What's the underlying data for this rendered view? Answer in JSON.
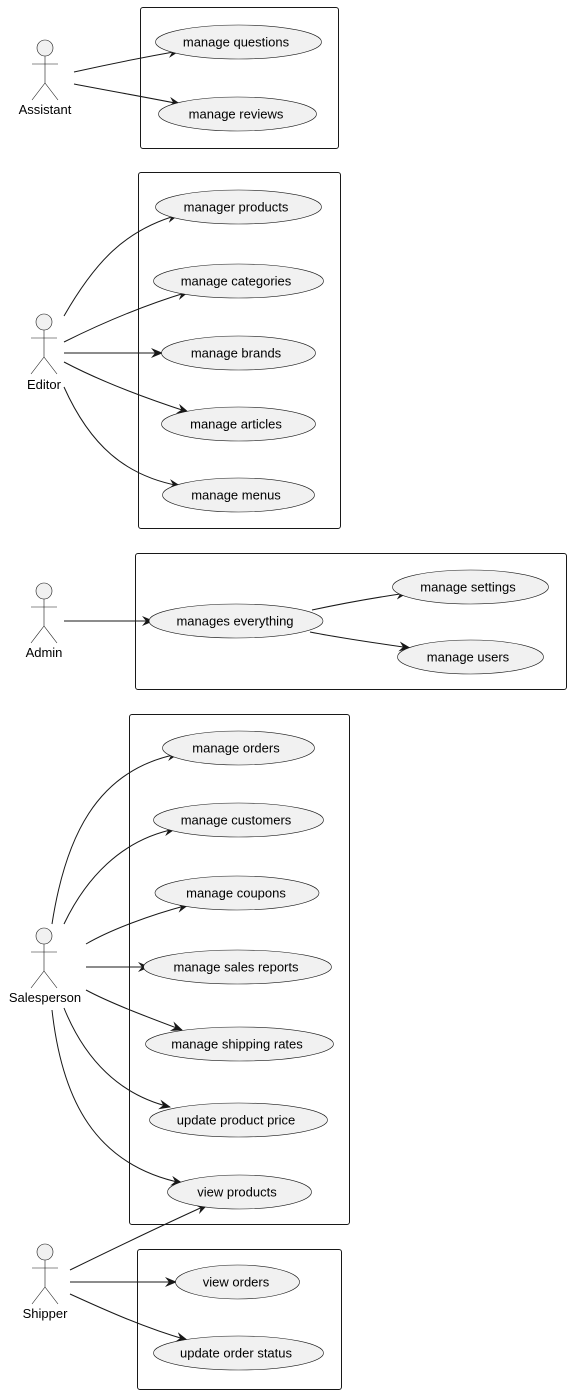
{
  "actors": {
    "assistant": "Assistant",
    "editor": "Editor",
    "admin": "Admin",
    "salesperson": "Salesperson",
    "shipper": "Shipper"
  },
  "use_cases": {
    "manage_questions": "manage questions",
    "manage_reviews": "manage reviews",
    "manager_products": "manager products",
    "manage_categories": "manage categories",
    "manage_brands": "manage brands",
    "manage_articles": "manage articles",
    "manage_menus": "manage menus",
    "manages_everything": "manages everything",
    "manage_settings": "manage settings",
    "manage_users": "manage users",
    "manage_orders": "manage orders",
    "manage_customers": "manage customers",
    "manage_coupons": "manage coupons",
    "manage_sales_reports": "manage sales reports",
    "manage_shipping_rates": "manage shipping rates",
    "update_product_price": "update product price",
    "view_products": "view products",
    "view_orders": "view orders",
    "update_order_status": "update order status"
  },
  "associations": [
    [
      "assistant",
      "manage_questions"
    ],
    [
      "assistant",
      "manage_reviews"
    ],
    [
      "editor",
      "manager_products"
    ],
    [
      "editor",
      "manage_categories"
    ],
    [
      "editor",
      "manage_brands"
    ],
    [
      "editor",
      "manage_articles"
    ],
    [
      "editor",
      "manage_menus"
    ],
    [
      "admin",
      "manages_everything"
    ],
    [
      "manages_everything",
      "manage_settings"
    ],
    [
      "manages_everything",
      "manage_users"
    ],
    [
      "salesperson",
      "manage_orders"
    ],
    [
      "salesperson",
      "manage_customers"
    ],
    [
      "salesperson",
      "manage_coupons"
    ],
    [
      "salesperson",
      "manage_sales_reports"
    ],
    [
      "salesperson",
      "manage_shipping_rates"
    ],
    [
      "salesperson",
      "update_product_price"
    ],
    [
      "salesperson",
      "view_products"
    ],
    [
      "shipper",
      "view_products"
    ],
    [
      "shipper",
      "view_orders"
    ],
    [
      "shipper",
      "update_order_status"
    ]
  ],
  "colors": {
    "usecase_fill": "#F1F1F1",
    "line": "#181818",
    "background": "#FFFFFF"
  }
}
